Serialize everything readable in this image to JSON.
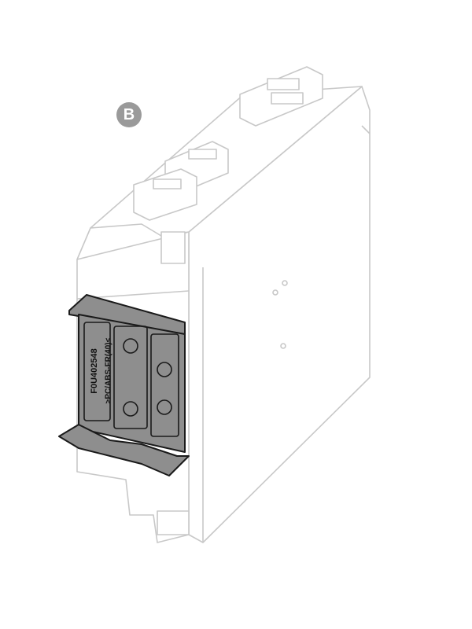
{
  "callout": {
    "label": "B",
    "color": "#9a9a9a"
  },
  "clip": {
    "part_number": "F0U402548",
    "material": ">PC/ABS-FR(40)<",
    "color": "#8e8e8e"
  }
}
